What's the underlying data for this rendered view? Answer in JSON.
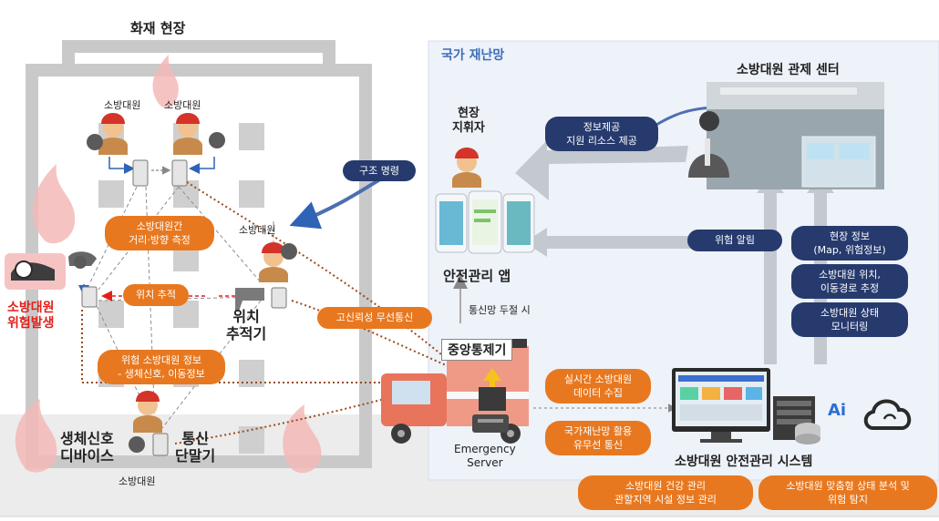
{
  "fire_site": {
    "title": "화재 현장",
    "ff_top_left": "소방대원",
    "ff_top_right": "소방대원",
    "ff_right": "소방대원",
    "ff_bottom": "소방대원",
    "distance_measure": "소방대원간\n거리·방향 측정",
    "position_tracking": "위치 추적",
    "danger_info": "위험 소방대원 정보\n- 생체신호, 이동정보",
    "danger_label": "소방대원\n위험발생",
    "tracker_label": "위치\n추적기",
    "bio_device": "생체신호\n디바이스",
    "comm_terminal": "통신\n단말기"
  },
  "network": {
    "title": "국가 재난망",
    "commander": "현장\n지휘자",
    "rescue_order": "구조 명령",
    "info_support": "정보제공\n지원 리소스 제공",
    "control_center": "소방대원 관제 센터",
    "safety_app": "안전관리 앱",
    "danger_alert": "위험 알림",
    "site_info": "현장 정보\n(Map, 위험정보)",
    "location_est": "소방대원 위치,\n이동경로 추정",
    "status_monitor": "소방대원 상태\n모니터링",
    "network_fail": "통신망 두절 시",
    "reliable_wireless": "고신뢰성 무선통신",
    "central_controller": "중앙통제기",
    "emergency_server": "Emergency\nServer",
    "realtime_collect": "실시간 소방대원\n데이터 수집",
    "wired_wireless": "국가재난망 활용\n유무선 통신",
    "system_title": "소방대원 안전관리 시스템",
    "health_mgmt": "소방대원 건강 관리\n관할지역 시설 정보 관리",
    "custom_analysis": "소방대원 맞춤형 상태 분석 및\n위험 탐지",
    "ai_text": "Ai"
  },
  "colors": {
    "orange": "#e8781f",
    "navy": "#263a6e",
    "network_bg": "#eef2f9",
    "building": "#c9c9c9",
    "alert_red": "#e0211b",
    "dotted_brown": "#9b4a1e"
  }
}
